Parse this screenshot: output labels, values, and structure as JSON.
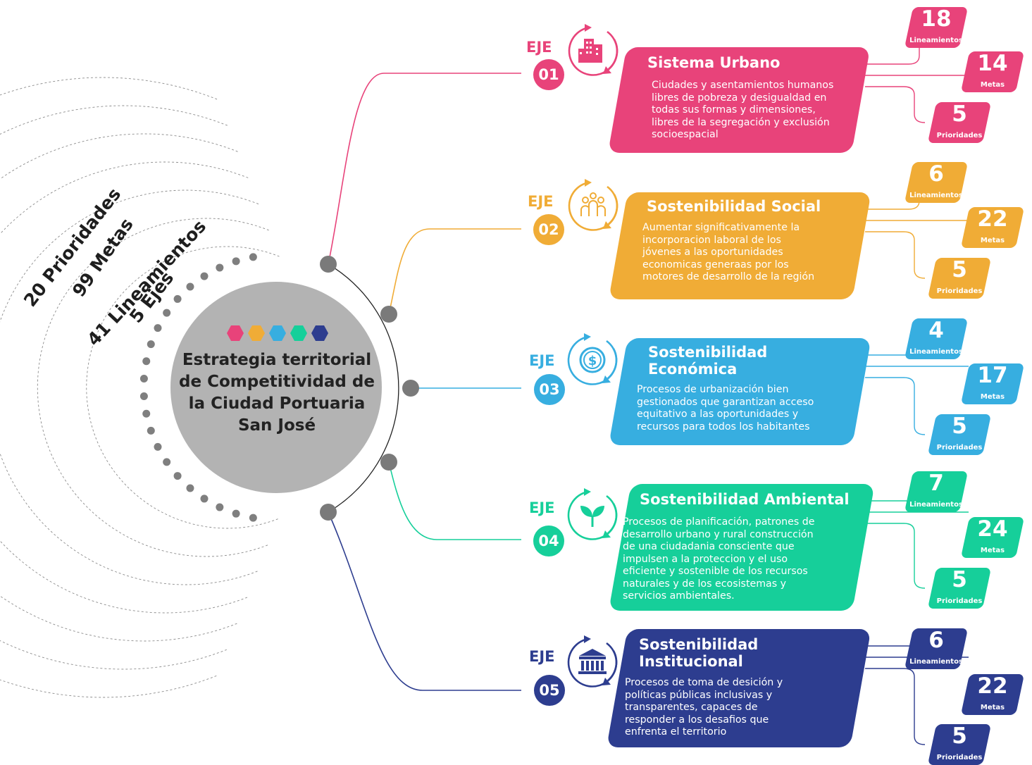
{
  "center": {
    "title": "Estrategia territorial de Competitividad de la Ciudad Portuaria San José",
    "dots": [
      "#e8437a",
      "#f0ac36",
      "#37aee0",
      "#16cf9a",
      "#2d3d8f"
    ]
  },
  "summary": {
    "prioridades": "20 Prioridades",
    "metas": "99 Metas",
    "lineamientos": "41 Lineamientos",
    "ejes": "5 Ejes"
  },
  "eje_word": "EJE",
  "ejes": [
    {
      "number": "01",
      "color": "#e8437a",
      "icon": "buildings-icon",
      "title": "Sistema Urbano",
      "description": "Ciudades y asentamientos humanos\nlibres de pobreza y desigualdad en\ntodas sus formas y dimensiones,\nlibres de la segregación y exclusión\nsocioespacial",
      "stats": [
        {
          "value": "18",
          "label": "Lineamientos"
        },
        {
          "value": "14",
          "label": "Metas"
        },
        {
          "value": "5",
          "label": "Prioridades"
        }
      ]
    },
    {
      "number": "02",
      "color": "#f0ac36",
      "icon": "people-icon",
      "title": "Sostenibilidad Social",
      "description": "Aumentar significativamente la\nincorporacion laboral de los\njóvenes a las oportunidades\neconomicas generaas por los\nmotores de desarrollo de la región",
      "stats": [
        {
          "value": "6",
          "label": "Lineamientos"
        },
        {
          "value": "22",
          "label": "Metas"
        },
        {
          "value": "5",
          "label": "Prioridades"
        }
      ]
    },
    {
      "number": "03",
      "color": "#37aee0",
      "icon": "dollar-coin-icon",
      "title": "Sostenibilidad\nEconómica",
      "description": "Procesos de urbanización bien\ngestionados que garantizan acceso\nequitativo a las oportunidades y\nrecursos para todos los habitantes",
      "stats": [
        {
          "value": "4",
          "label": "Lineamientos"
        },
        {
          "value": "17",
          "label": "Metas"
        },
        {
          "value": "5",
          "label": "Prioridades"
        }
      ]
    },
    {
      "number": "04",
      "color": "#16cf9a",
      "icon": "sprout-icon",
      "title": "Sostenibilidad Ambiental",
      "description": "Procesos de planificación, patrones de\ndesarrollo urbano y rural construcción\nde una ciudadania consciente que\nimpulsen a la proteccion y el uso\neficiente y sostenible de los recursos\nnaturales y de los ecosistemas y\nservicios ambientales.",
      "stats": [
        {
          "value": "7",
          "label": "Lineamientos"
        },
        {
          "value": "24",
          "label": "Metas"
        },
        {
          "value": "5",
          "label": "Prioridades"
        }
      ]
    },
    {
      "number": "05",
      "color": "#2d3d8f",
      "icon": "institution-icon",
      "title": "Sostenibilidad\nInstitucional",
      "description": "Procesos de toma de desición y\npolíticas públicas inclusivas y\ntransparentes, capaces de\nresponder a los desafios que\nenfrenta el territorio",
      "stats": [
        {
          "value": "6",
          "label": "Lineamientos"
        },
        {
          "value": "22",
          "label": "Metas"
        },
        {
          "value": "5",
          "label": "Prioridades"
        }
      ]
    }
  ]
}
